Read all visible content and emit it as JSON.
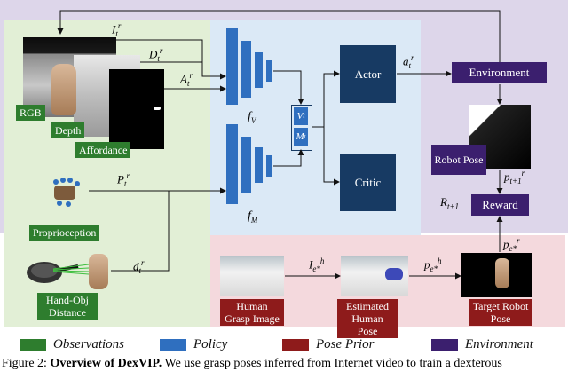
{
  "colors": {
    "observations_bg": "#e2efd6",
    "policy_bg": "#dbe9f6",
    "prior_bg": "#f4d9dd",
    "environment_bg": "#ddd6ea",
    "green": "#2e7d2e",
    "blue": "#2f6fbf",
    "navy": "#173a63",
    "red": "#8e1b1b",
    "purple": "#3b1f6e"
  },
  "observations": {
    "rgb": "RGB",
    "depth": "Depth",
    "affordance": "Affordance",
    "proprioception": "Proprioception",
    "hand_obj_distance": "Hand-Obj Distance"
  },
  "signals": {
    "I": {
      "base": "I",
      "sub": "t",
      "sup": "r"
    },
    "D": {
      "base": "D",
      "sub": "t",
      "sup": "r"
    },
    "A": {
      "base": "A",
      "sub": "t",
      "sup": "r"
    },
    "P": {
      "base": "P",
      "sub": "t",
      "sup": "r"
    },
    "d": {
      "base": "d",
      "sub": "t",
      "sup": "r"
    },
    "a": {
      "base": "a",
      "sub": "t",
      "sup": "r"
    },
    "p_next": {
      "base": "p",
      "sub": "t+1",
      "sup": "r"
    },
    "R": {
      "base": "R",
      "sub": "t+1",
      "sup": ""
    },
    "I_e": {
      "base": "I",
      "sub": "e*",
      "sup": "h"
    },
    "p_e_h": {
      "base": "p",
      "sub": "e*",
      "sup": "h"
    },
    "p_e_r": {
      "base": "p",
      "sub": "e*",
      "sup": "r"
    }
  },
  "policy": {
    "fV": {
      "base": "f",
      "sub": "V"
    },
    "fM": {
      "base": "f",
      "sub": "M"
    },
    "Vt": {
      "base": "V",
      "sub": "t"
    },
    "Mt": {
      "base": "M",
      "sub": "t"
    },
    "actor": "Actor",
    "critic": "Critic"
  },
  "environment": {
    "label": "Environment",
    "robot_pose": "Robot Pose",
    "reward": "Reward"
  },
  "pose_prior": {
    "human_grasp_image": "Human Grasp Image",
    "estimated_human_pose": "Estimated Human Pose",
    "target_robot_pose": "Target Robot Pose"
  },
  "legend": [
    {
      "label": "Observations",
      "color": "#2e7d2e"
    },
    {
      "label": "Policy",
      "color": "#2f6fbf"
    },
    {
      "label": "Pose Prior",
      "color": "#8e1b1b"
    },
    {
      "label": "Environment",
      "color": "#3b1f6e"
    }
  ],
  "caption": {
    "prefix": "Figure 2: ",
    "bold": "Overview of DexVIP.",
    "rest": " We use grasp poses inferred from Internet video to train a dexterous"
  }
}
